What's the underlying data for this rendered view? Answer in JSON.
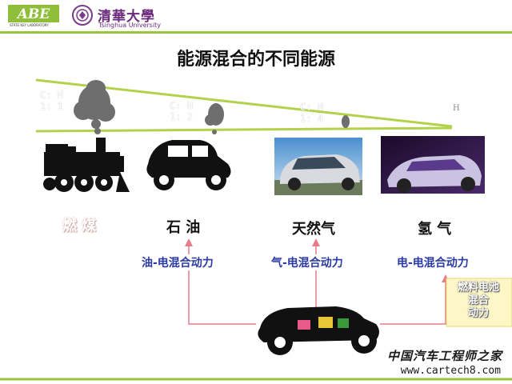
{
  "header": {
    "logo_left_text": "ABE",
    "logo_left_sub": "STATE KEY LABORATORY",
    "university_cn": "清華大學",
    "university_en": "Tsinghua University"
  },
  "title": "能源混合的不同能源",
  "ratios": [
    {
      "line1": "C: H",
      "line2": "1: 1"
    },
    {
      "line1": "C: H",
      "line2": "1: 2"
    },
    {
      "line1": "C: H",
      "line2": "1: 4"
    }
  ],
  "h_mark": "H",
  "fuels": [
    "燃 煤",
    "石 油",
    "天然气",
    "氢 气"
  ],
  "hybrids": [
    "油-电混合动力",
    "气-电混合动力",
    "电-电混合动力"
  ],
  "fuel_cell": {
    "line1": "燃料电池",
    "line2": "混合",
    "line3": "动力"
  },
  "footer": {
    "site_cn": "中国汽车工程师之家",
    "url": "www.cartech8.com"
  },
  "colors": {
    "accent_green": "#9ac43c",
    "line_green": "#b3d24b",
    "hybrid_text": "#2a3aa0",
    "arrow_pink": "#e87b8a"
  }
}
